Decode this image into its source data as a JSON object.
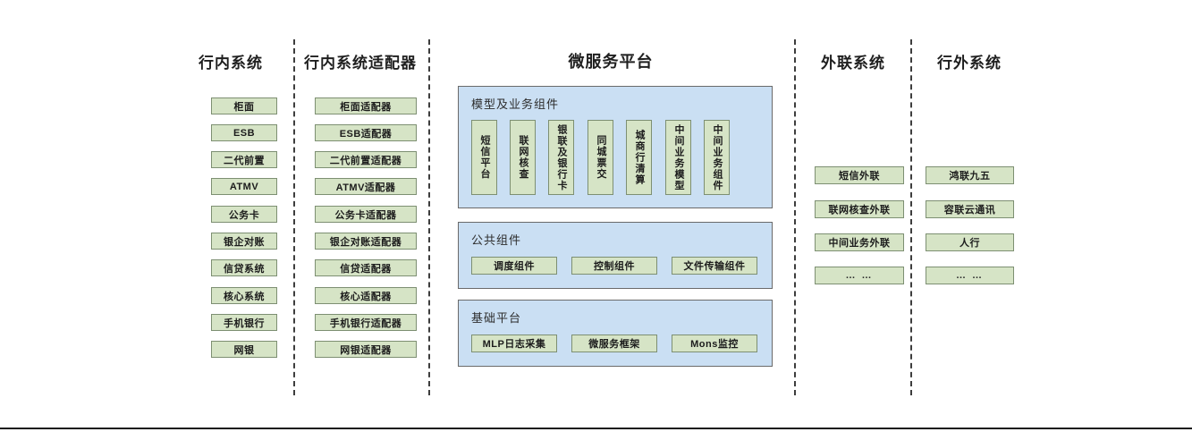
{
  "diagram": {
    "columns": [
      {
        "id": "internal-systems",
        "header": "行内系统",
        "items": [
          "柜面",
          "ESB",
          "二代前置",
          "ATMV",
          "公务卡",
          "银企对账",
          "信贷系统",
          "核心系统",
          "手机银行",
          "网银"
        ]
      },
      {
        "id": "internal-adapters",
        "header": "行内系统适配器",
        "items": [
          "柜面适配器",
          "ESB适配器",
          "二代前置适配器",
          "ATMV适配器",
          "公务卡适配器",
          "银企对账适配器",
          "信贷适配器",
          "核心适配器",
          "手机银行适配器",
          "网银适配器"
        ]
      },
      {
        "id": "microservice-platform",
        "header": "微服务平台",
        "items": []
      },
      {
        "id": "external-link-systems",
        "header": "外联系统",
        "items": [
          "短信外联",
          "联网核查外联",
          "中间业务外联",
          "… …"
        ]
      },
      {
        "id": "outside-bank-systems",
        "header": "行外系统",
        "items": [
          "鸿联九五",
          "容联云通讯",
          "人行",
          "… …"
        ]
      }
    ],
    "panels": [
      {
        "id": "model-business-components",
        "title": "模型及业务组件",
        "orientation": "vertical",
        "items": [
          "短信平台",
          "联网核查",
          "银联及银行卡",
          "同城票交",
          "城商行清算",
          "中间业务模型",
          "中间业务组件"
        ]
      },
      {
        "id": "public-components",
        "title": "公共组件",
        "orientation": "horizontal",
        "items": [
          "调度组件",
          "控制组件",
          "文件传输组件"
        ]
      },
      {
        "id": "base-platform",
        "title": "基础平台",
        "orientation": "horizontal",
        "items": [
          "MLP日志采集",
          "微服务框架",
          "Mons监控"
        ]
      }
    ],
    "colors": {
      "node_fill": "#d6e4c6",
      "node_border": "#7d8f72",
      "panel_fill": "#cadff3",
      "panel_border": "#6a6a6a",
      "divider": "#3d3d3d",
      "text": "#1a1a1a",
      "background": "#ffffff"
    }
  }
}
